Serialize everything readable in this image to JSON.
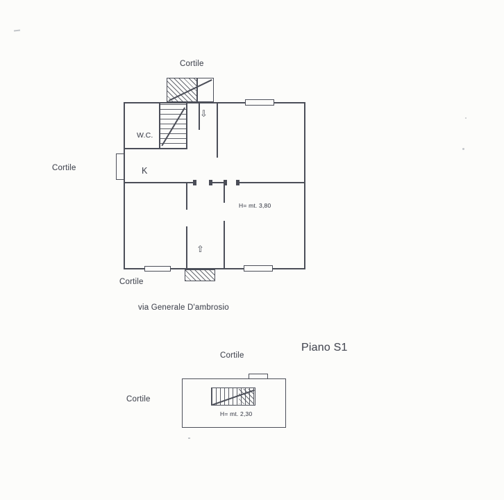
{
  "page": {
    "background": "#fcfcfa",
    "ink": "#4b4e58"
  },
  "icons": {
    "entry_arrow_down": "⇩",
    "entry_arrow_up": "⇧"
  },
  "upper_plan": {
    "cortile_top": "Cortile",
    "cortile_left": "Cortile",
    "cortile_bottom": "Cortile",
    "room_wc": "W.C.",
    "room_kitchen": "K",
    "ceiling_height": "H= mt. 3,80",
    "street_name": "via Generale D'ambrosio"
  },
  "lower_plan": {
    "title": "Piano S1",
    "cortile_top": "Cortile",
    "cortile_left": "Cortile",
    "ceiling_height": "H= mt. 2,30"
  }
}
